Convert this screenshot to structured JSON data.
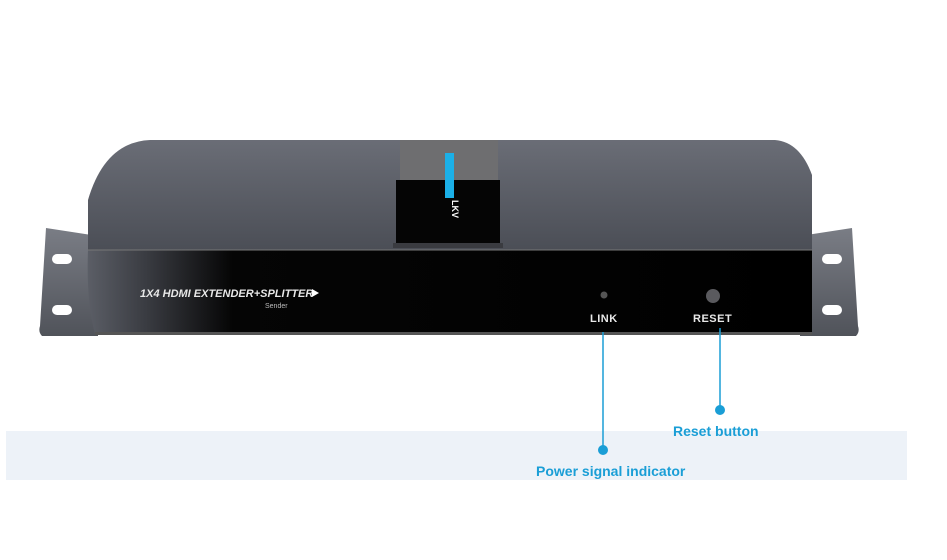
{
  "device": {
    "brand_logo": "1X4 HDMI EXTENDER+SPLITTER",
    "model_line": "Sender",
    "top_logo": "LKV",
    "link_label": "LINK",
    "reset_label": "RESET"
  },
  "callouts": {
    "reset": "Reset button",
    "link": "Power signal indicator"
  },
  "colors": {
    "accent": "#1a9ed6",
    "band": "#edf2f8"
  }
}
